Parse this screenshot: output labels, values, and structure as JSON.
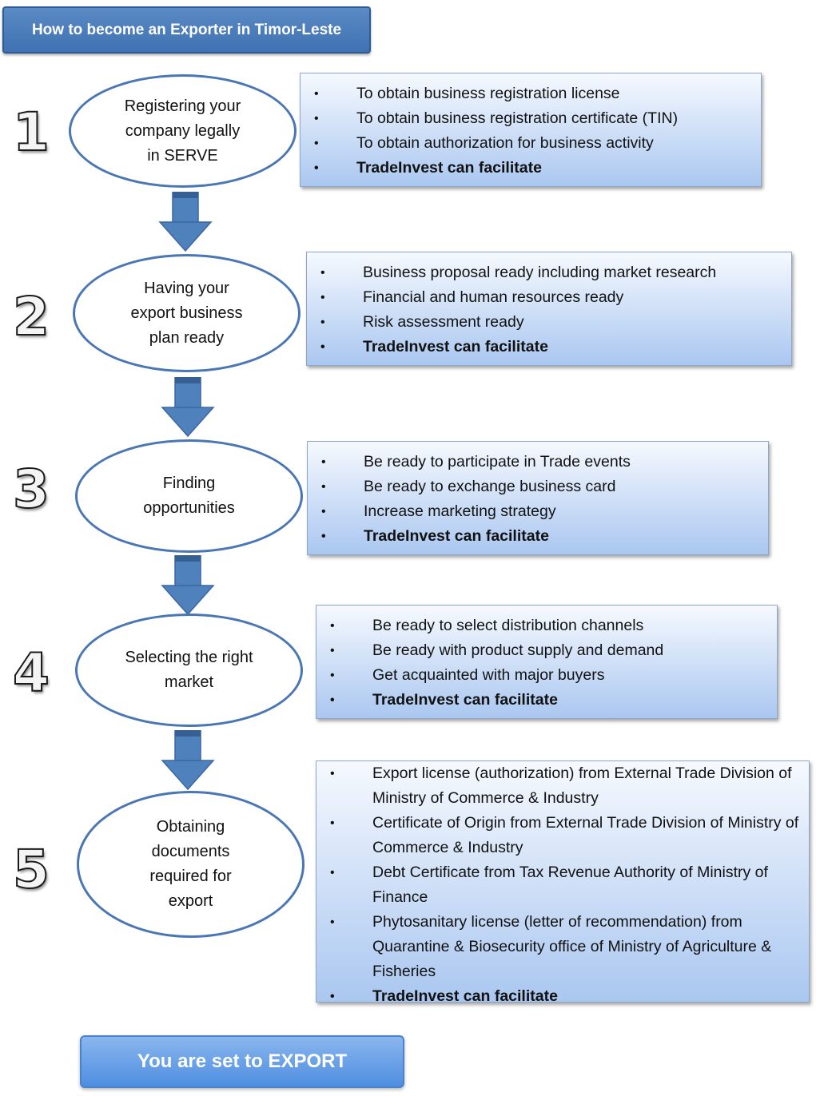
{
  "title": "How to become an Exporter in Timor-Leste",
  "steps": [
    {
      "number": "1",
      "label": "Registering your\ncompany legally\nin SERVE",
      "items": [
        "To obtain business registration license",
        "To obtain business registration certificate (TIN)",
        "To obtain authorization for business activity",
        "TradeInvest can facilitate"
      ]
    },
    {
      "number": "2",
      "label": "Having your\nexport business\nplan ready",
      "items": [
        "Business proposal  ready including market research",
        "Financial and human resources ready",
        "Risk assessment ready",
        "TradeInvest can facilitate"
      ]
    },
    {
      "number": "3",
      "label": "Finding\nopportunities",
      "items": [
        "Be ready to participate in Trade events",
        "Be ready to exchange business card",
        "Increase marketing strategy",
        "TradeInvest can facilitate"
      ]
    },
    {
      "number": "4",
      "label": "Selecting the right\nmarket",
      "items": [
        "Be ready to select distribution channels",
        "Be ready with product supply and demand",
        "Get acquainted with major buyers",
        "TradeInvest can facilitate"
      ]
    },
    {
      "number": "5",
      "label": "Obtaining\ndocuments\nrequired for\nexport",
      "items": [
        "Export license (authorization) from External Trade Division of Ministry of Commerce & Industry",
        "Certificate of Origin from External Trade Division of Ministry of Commerce & Industry",
        "Debt Certificate from Tax Revenue Authority of Ministry of Finance",
        "Phytosanitary license (letter of recommendation) from Quarantine & Biosecurity office of Ministry of Agriculture & Fisheries",
        "TradeInvest can facilitate"
      ]
    }
  ],
  "bullet": "•",
  "final": "You are set to EXPORT",
  "colors": {
    "banner": "#3f72b3",
    "ellipse_border": "#4a76b3",
    "arrow": "#4f81bd",
    "box_gradient_bottom": "#aac7f0"
  }
}
